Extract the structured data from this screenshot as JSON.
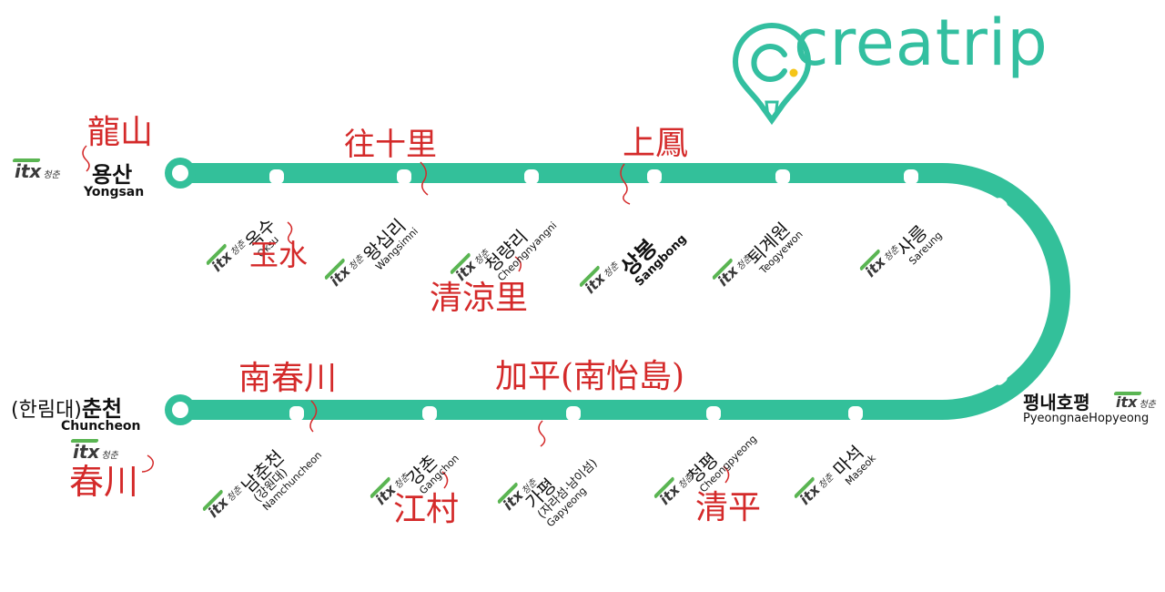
{
  "logo": {
    "text": "creatrip",
    "colors": {
      "teal": "#33bfa0",
      "yellow": "#f5c518"
    }
  },
  "line_color": "#33c09a",
  "itx_badge": {
    "logo": "itx",
    "text": "청춘",
    "color": "#5ab552"
  },
  "terminals": {
    "yongsan": {
      "ko": "용산",
      "en": "Yongsan",
      "hanja": "龍山"
    },
    "chuncheon": {
      "ko_paren": "(한림대)",
      "ko": "춘천",
      "en": "Chuncheon",
      "hanja": "春川"
    },
    "pyeongnae": {
      "ko": "평내호평",
      "en": "PyeongnaeHopyeong"
    }
  },
  "top_stations": [
    {
      "ko": "옥수",
      "en": "Oksu",
      "hanja": "玉水"
    },
    {
      "ko": "왕십리",
      "en": "Wangsimni",
      "hanja": "往十里"
    },
    {
      "ko": "청량리",
      "en": "Cheongnyangni",
      "hanja": "清涼里"
    },
    {
      "ko": "상봉",
      "en": "Sangbong",
      "hanja": "上鳳"
    },
    {
      "ko": "퇴계원",
      "en": "Teogyewon"
    },
    {
      "ko": "사릉",
      "en": "Sareung"
    }
  ],
  "bottom_stations": [
    {
      "ko": "남춘천",
      "sub": "(강원대)",
      "en": "Namchuncheon",
      "hanja": "南春川"
    },
    {
      "ko": "강촌",
      "en": "Gangchon",
      "hanja": "江村"
    },
    {
      "ko": "가평",
      "sub": "(자라섬·남이섬)",
      "en": "Gapyeong",
      "hanja": "加平(南怡島)"
    },
    {
      "ko": "청평",
      "en": "Cheongpyeong",
      "hanja": "清平"
    },
    {
      "ko": "마석",
      "en": "Maseok"
    }
  ]
}
